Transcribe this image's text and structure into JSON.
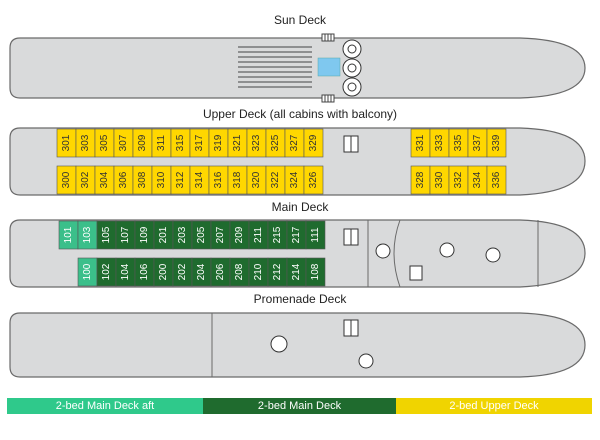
{
  "decks": {
    "sun": "Sun Deck",
    "upper": "Upper Deck (all cabins with balcony)",
    "main": "Main Deck",
    "promenade": "Promenade Deck"
  },
  "cabins": {
    "upper_top": [
      "301",
      "303",
      "305",
      "307",
      "309",
      "311",
      "315",
      "317",
      "319",
      "321",
      "323",
      "325",
      "327",
      "329"
    ],
    "upper_bottom": [
      "300",
      "302",
      "304",
      "306",
      "308",
      "310",
      "312",
      "314",
      "316",
      "318",
      "320",
      "322",
      "324",
      "326"
    ],
    "upper_aft_top": [
      "331",
      "333",
      "335",
      "337",
      "339"
    ],
    "upper_aft_bottom": [
      "328",
      "330",
      "332",
      "334",
      "336"
    ],
    "main_aft_top": [
      "101",
      "103"
    ],
    "main_top": [
      "105",
      "107",
      "109",
      "201",
      "203",
      "205",
      "207",
      "209",
      "211",
      "215",
      "217",
      "111"
    ],
    "main_aft_bottom": [
      "100"
    ],
    "main_bottom": [
      "102",
      "104",
      "106",
      "200",
      "202",
      "204",
      "206",
      "208",
      "210",
      "212",
      "214",
      "108"
    ]
  },
  "legend": [
    {
      "label": "2-bed Main Deck aft",
      "color": "#2fc98b"
    },
    {
      "label": "2-bed Main Deck",
      "color": "#1f6b2e"
    },
    {
      "label": "2-bed Upper Deck",
      "color": "#f0d400"
    }
  ],
  "colors": {
    "hull": "#d9dadb",
    "outline": "#6a6a6a",
    "upper": "#ffd700",
    "main": "#1f6b2e",
    "main_aft": "#3bbf8a"
  },
  "icons": [
    "stairs-icon",
    "elevator-icon",
    "restaurant-icon",
    "bar-icon",
    "spa-icon",
    "lounge-icon",
    "reception-icon",
    "whirlpool-icon"
  ]
}
